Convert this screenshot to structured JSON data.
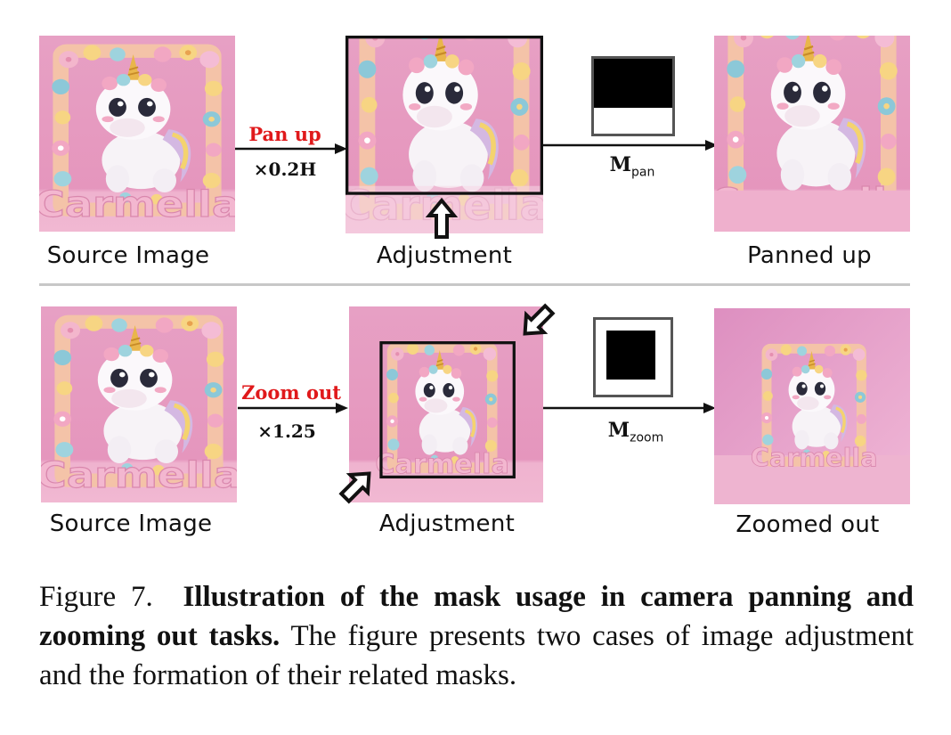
{
  "figure": {
    "row1": {
      "source_label": "Source  Image",
      "operation": "Pan up",
      "factor": "×0.2H",
      "adjust_label": "Adjustment",
      "mask_symbol": "M",
      "mask_sub": "pan",
      "result_label": "Panned up"
    },
    "row2": {
      "source_label": "Source  Image",
      "operation": "Zoom out",
      "factor": "×1.25",
      "adjust_label": "Adjustment",
      "mask_symbol": "M",
      "mask_sub": "zoom",
      "result_label": "Zoomed out"
    },
    "picture_text": "Carmella",
    "colors": {
      "operation": "#e0191b",
      "background_pink": "#e9a1c4",
      "mask": "#000000",
      "divider": "#c7c7c7"
    }
  },
  "caption": {
    "prefix": "Figure 7.",
    "bold": "Illustration of the mask usage in camera panning and zooming out tasks.",
    "rest": "The figure presents two cases of image adjustment and the formation of their related masks."
  }
}
